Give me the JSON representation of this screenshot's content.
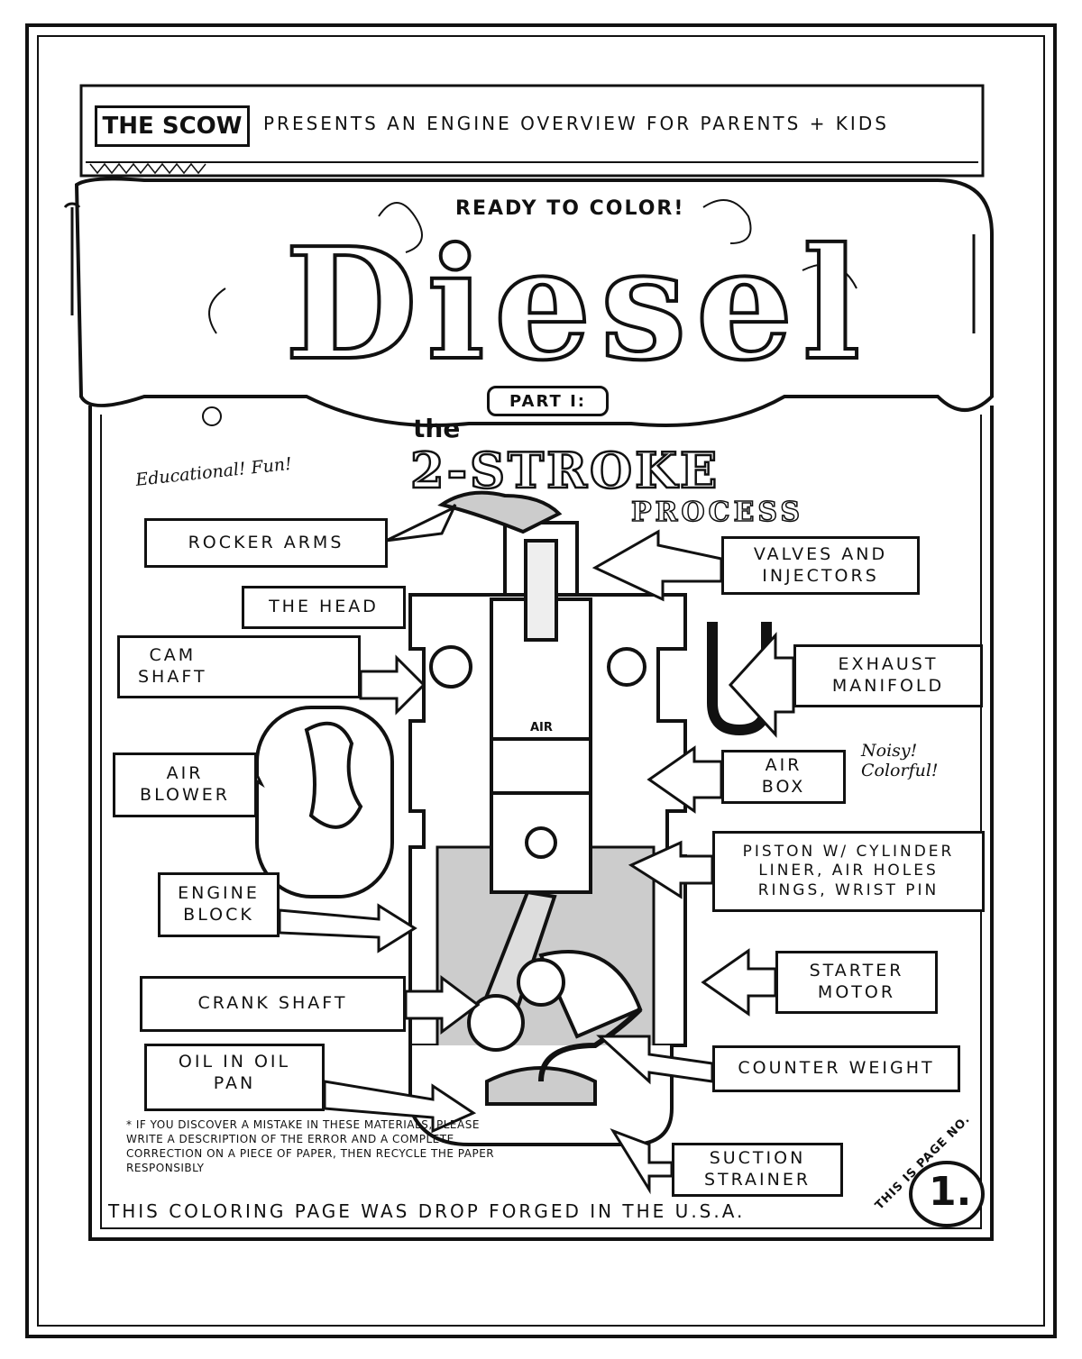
{
  "header": {
    "brand": "THE SCOW",
    "tagline": "PRESENTS AN ENGINE OVERVIEW FOR PARENTS + KIDS"
  },
  "title": {
    "main": "Diesel",
    "ready": "READY TO COLOR!",
    "part": "PART I:",
    "the": "the",
    "stroke": "2-STROKE",
    "process": "PROCESS"
  },
  "notes": {
    "educational": "Educational! Fun!",
    "noisy": "Noisy! Colorful!"
  },
  "labels": {
    "rocker_arms": "ROCKER ARMS",
    "valves": "VALVES AND\nINJECTORS",
    "head": "THE HEAD",
    "cam_shaft": "CAM\nSHAFT",
    "exhaust": "EXHAUST\nMANIFOLD",
    "air_blower": "AIR\nBLOWER",
    "air_box": "AIR\nBOX",
    "piston": "PISTON W/ CYLINDER\nLINER, AIR HOLES\nRINGS, WRIST PIN",
    "engine_block": "ENGINE\nBLOCK",
    "starter": "STARTER\nMOTOR",
    "crank_shaft": "CRANK SHAFT",
    "counter_weight": "COUNTER WEIGHT",
    "oil_pan": "OIL IN OIL\nPAN",
    "suction": "SUCTION\nSTRAINER",
    "air_in_cylinder": "AIR"
  },
  "footnote": "* IF YOU DISCOVER A MISTAKE IN THESE MATERIALS, PLEASE WRITE A DESCRIPTION OF THE ERROR AND A COMPLETE CORRECTION ON A PIECE OF PAPER, THEN RECYCLE THE PAPER RESPONSIBLY",
  "footer": "THIS COLORING PAGE WAS DROP FORGED IN THE U.S.A.",
  "page": {
    "caption": "THIS IS PAGE NO.",
    "number": "1."
  }
}
